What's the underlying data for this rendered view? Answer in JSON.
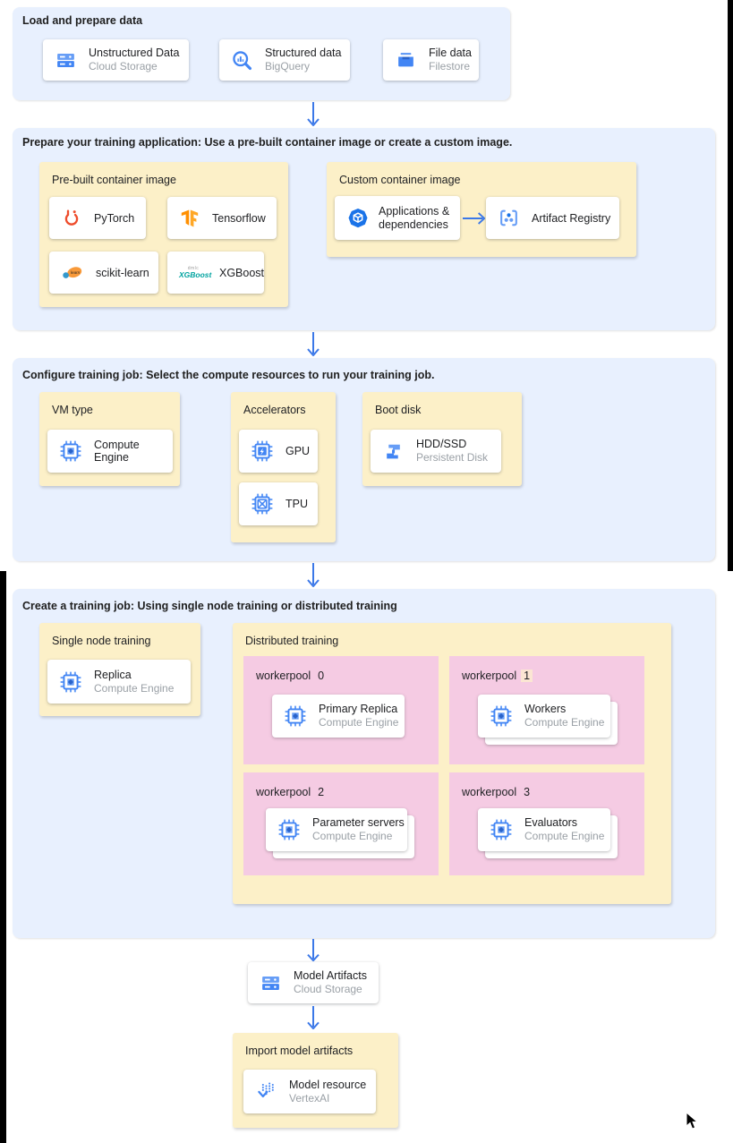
{
  "colors": {
    "section_bg": "#e8f0fe",
    "panel_bg": "#fcf0c8",
    "pool_bg": "#f5cbe3",
    "highlight": "#fbe6d3",
    "arrow_blue": "#3b78e8",
    "icon_blue": "#4285f4",
    "subtitle_gray": "#9aa0a6"
  },
  "load": {
    "title": "Load and prepare data",
    "cards": [
      {
        "title": "Unstructured Data",
        "subtitle": "Cloud Storage"
      },
      {
        "title": "Structured data",
        "subtitle": "BigQuery"
      },
      {
        "title": "File data",
        "subtitle": "Filestore"
      }
    ]
  },
  "prepare": {
    "title": "Prepare your training application: Use a pre-built container image or create a custom image.",
    "prebuilt_label": "Pre-built container image",
    "frameworks": [
      {
        "title": "PyTorch"
      },
      {
        "title": "Tensorflow"
      },
      {
        "title": "scikit-learn"
      },
      {
        "title": "XGBoost"
      }
    ],
    "custom_label": "Custom container image",
    "app_card": {
      "title": "Applications & dependencies"
    },
    "registry_card": {
      "title": "Artifact Registry"
    }
  },
  "configure": {
    "title": "Configure training job: Select the compute resources to run your training job.",
    "vm_label": "VM type",
    "vm_card": {
      "title": "Compute Engine"
    },
    "accel_label": "Accelerators",
    "gpu_card": {
      "title": "GPU"
    },
    "tpu_card": {
      "title": "TPU"
    },
    "boot_label": "Boot disk",
    "boot_card": {
      "title": "HDD/SSD",
      "subtitle": "Persistent Disk"
    }
  },
  "create": {
    "title": "Create a training job: Using single node training or distributed training",
    "single_label": "Single node training",
    "single_card": {
      "title": "Replica",
      "subtitle": "Compute Engine"
    },
    "distributed_label": "Distributed training",
    "pools": [
      {
        "prefix": "workerpool",
        "num": "0",
        "card": {
          "title": "Primary Replica",
          "subtitle": "Compute Engine"
        }
      },
      {
        "prefix": "workerpool",
        "num": "1",
        "card": {
          "title": "Workers",
          "subtitle": "Compute Engine"
        }
      },
      {
        "prefix": "workerpool",
        "num": "2",
        "card": {
          "title": "Parameter servers",
          "subtitle": "Compute Engine"
        }
      },
      {
        "prefix": "workerpool",
        "num": "3",
        "card": {
          "title": "Evaluators",
          "subtitle": "Compute Engine"
        }
      }
    ]
  },
  "output": {
    "artifacts_card": {
      "title": "Model Artifacts",
      "subtitle": "Cloud Storage"
    },
    "import_label": "Import model artifacts",
    "model_card": {
      "title": "Model resource",
      "subtitle": "VertexAI"
    }
  },
  "logos": {
    "sklearn_text": "learn",
    "xgboost_top": "dmlc",
    "xgboost_text": "XGBoost"
  }
}
